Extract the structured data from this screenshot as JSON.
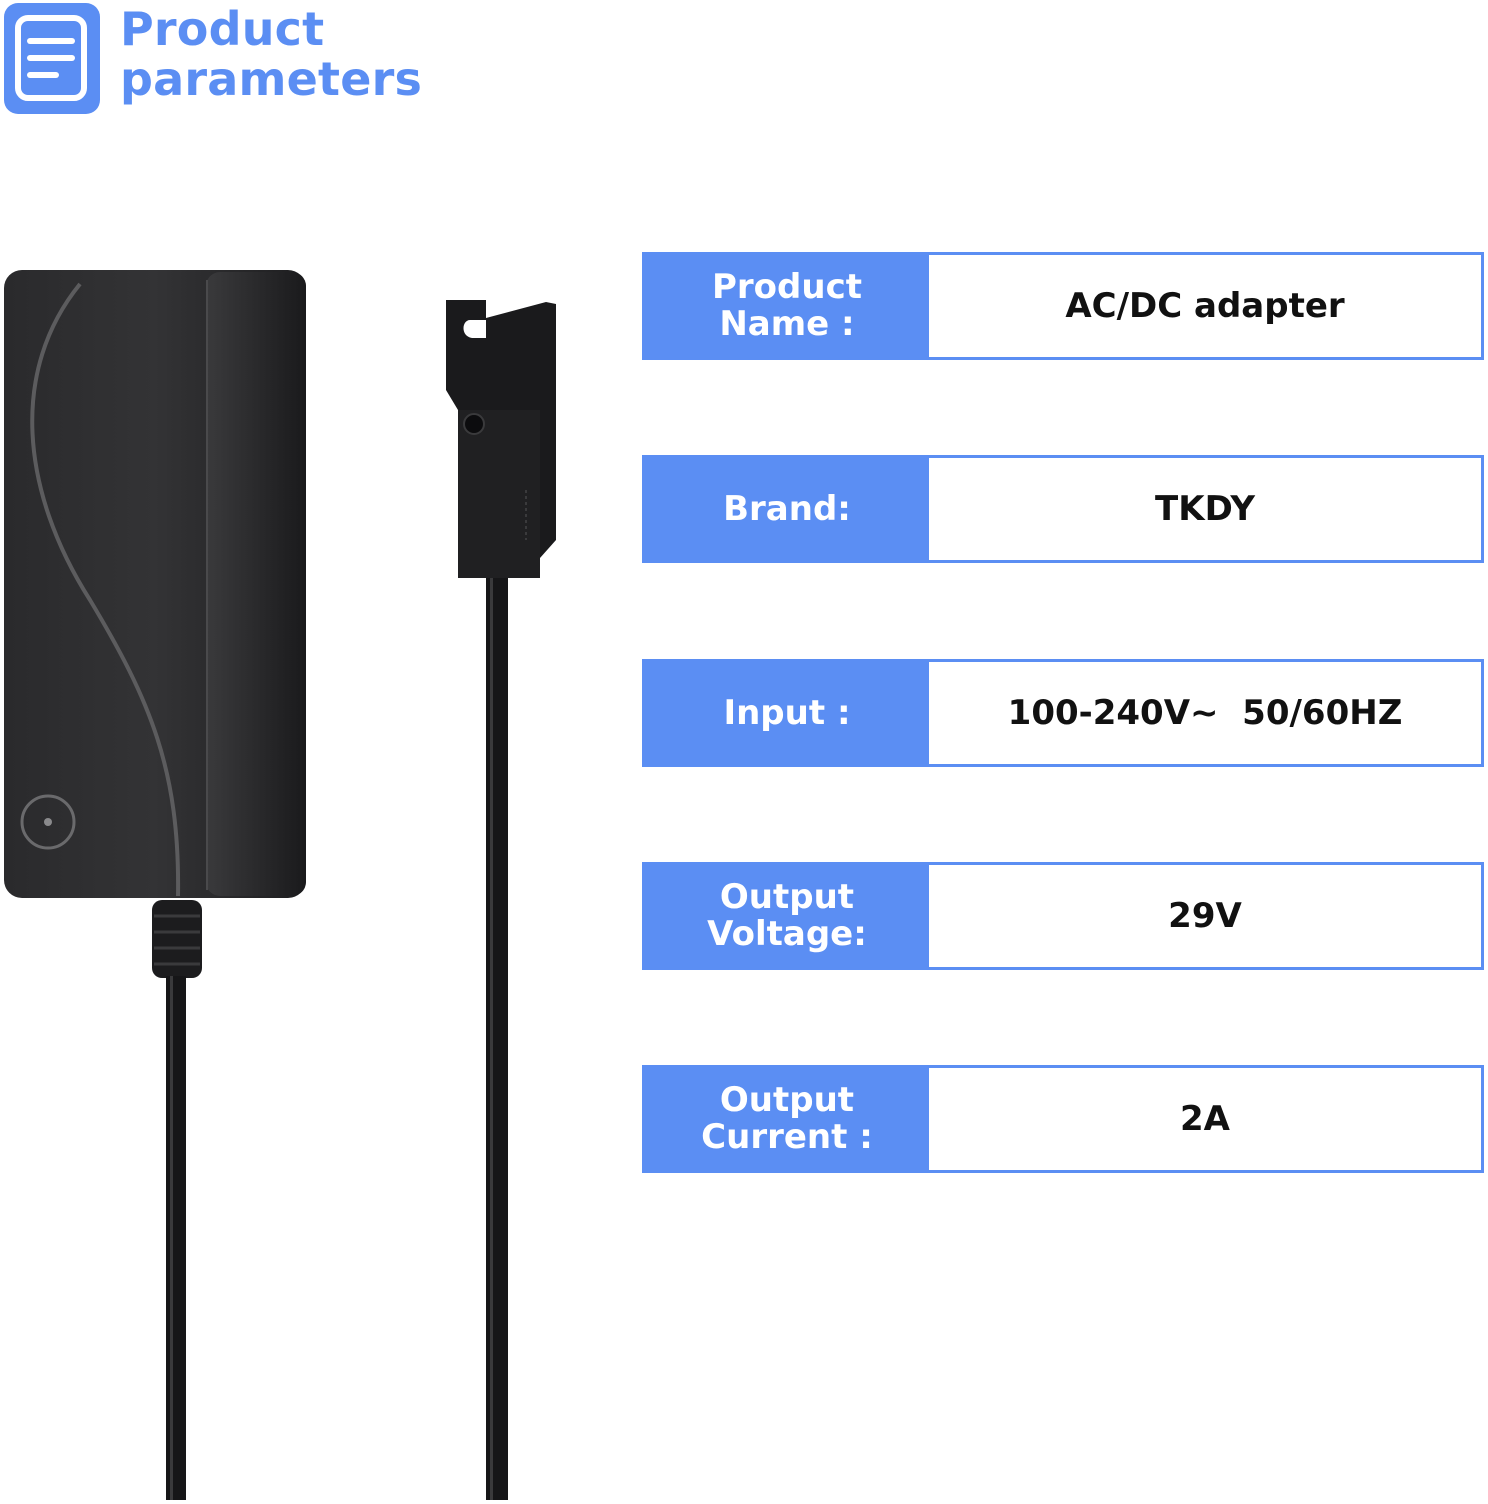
{
  "header": {
    "title_line1": "Product",
    "title_line2": "parameters",
    "icon": "document-list-icon"
  },
  "colors": {
    "accent": "#5b8ef3",
    "text": "#111111",
    "label_text": "#ffffff",
    "background": "#ffffff"
  },
  "product_image": {
    "icon": "ac-dc-adapter-illustration"
  },
  "parameters": [
    {
      "label": "Product Name :",
      "value": "AC/DC adapter"
    },
    {
      "label": "Brand:",
      "value": "TKDY"
    },
    {
      "label": "Input :",
      "value": "100-240V~  50/60HZ"
    },
    {
      "label": "Output Voltage:",
      "value": "29V"
    },
    {
      "label": "Output Current :",
      "value": "2A"
    }
  ]
}
